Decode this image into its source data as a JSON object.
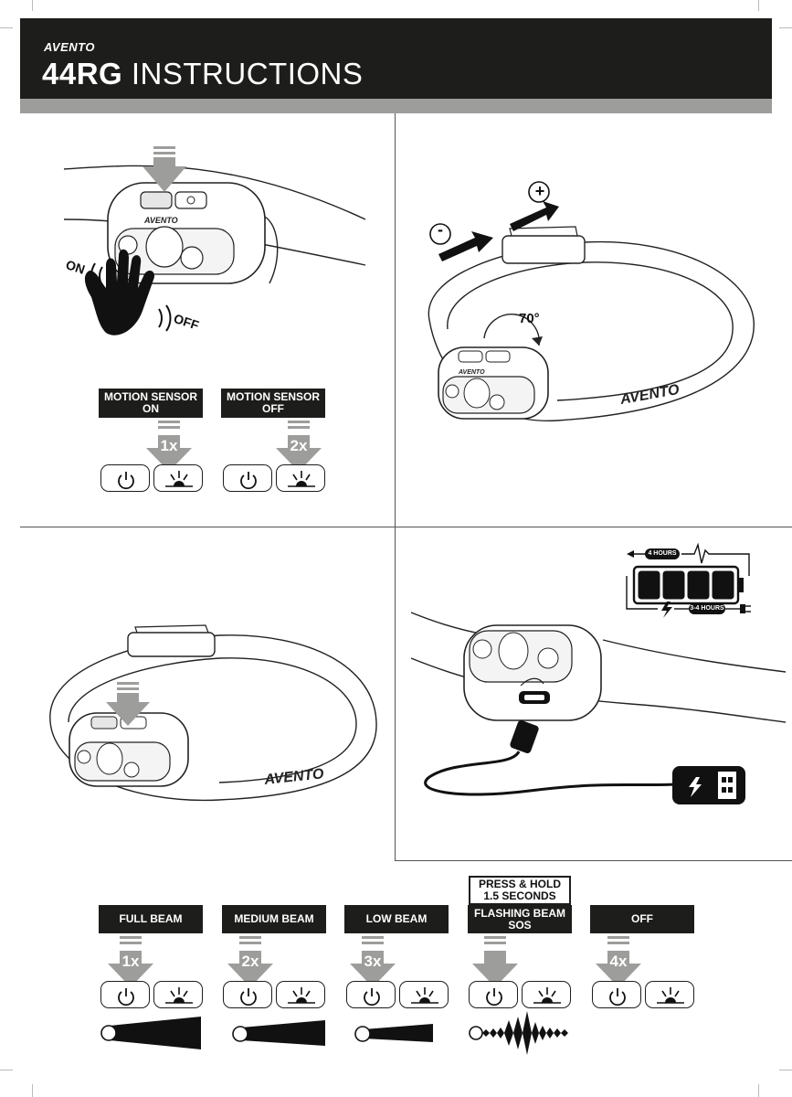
{
  "header": {
    "brand": "AVENTO",
    "model": "44RG",
    "title_word": "INSTRUCTIONS"
  },
  "panel_motion": {
    "gesture_on": "ON",
    "gesture_off": "OFF",
    "sensor_on": {
      "line1": "MOTION SENSOR",
      "line2": "ON",
      "presses": "1x"
    },
    "sensor_off": {
      "line1": "MOTION SENSOR",
      "line2": "OFF",
      "presses": "2x"
    }
  },
  "panel_adjust": {
    "minus": "-",
    "plus": "+",
    "angle": "70°",
    "brand": "AVENTO"
  },
  "panel_headlamp": {
    "brand": "AVENTO"
  },
  "panel_charge": {
    "runtime": "4 HOURS",
    "charge_time": "3-4 HOURS",
    "battery_level": 1.0
  },
  "modes": [
    {
      "label": "FULL BEAM",
      "presses": "1x"
    },
    {
      "label": "MEDIUM BEAM",
      "presses": "2x"
    },
    {
      "label": "LOW BEAM",
      "presses": "3x"
    },
    {
      "label_line1": "FLASHING BEAM",
      "label_line2": "SOS",
      "hold_line1": "PRESS & HOLD",
      "hold_line2": "1.5 SECONDS"
    },
    {
      "label": "OFF",
      "presses": "4x"
    }
  ]
}
